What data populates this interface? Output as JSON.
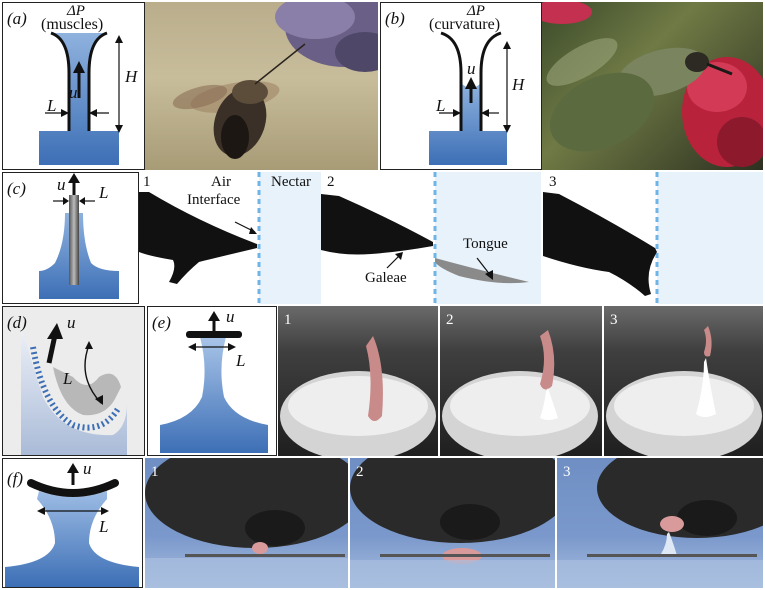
{
  "panels": {
    "a": {
      "tag": "(a)",
      "delta": "ΔP",
      "cause": "(muscles)",
      "u": "u",
      "H": "H",
      "L": "L"
    },
    "b": {
      "tag": "(b)",
      "delta": "ΔP",
      "cause": "(curvature)",
      "u": "u",
      "H": "H",
      "L": "L"
    },
    "c": {
      "tag": "(c)",
      "u": "u",
      "L": "L",
      "frames": [
        "1",
        "2",
        "3"
      ],
      "air": "Air",
      "interface": "Interface",
      "nectar": "Nectar",
      "tongue": "Tongue",
      "galeae": "Galeae"
    },
    "d": {
      "tag": "(d)",
      "u": "u",
      "L": "L"
    },
    "e": {
      "tag": "(e)",
      "u": "u",
      "L": "L",
      "frames": [
        "1",
        "2",
        "3"
      ]
    },
    "f": {
      "tag": "(f)",
      "u": "u",
      "L": "L",
      "frames": [
        "1",
        "2",
        "3"
      ]
    }
  },
  "colors": {
    "liquid": "#3d6fb6",
    "liquid_light": "#7fa6d6",
    "ink": "#111111",
    "nectar_bg": "#e8f2fa",
    "dash": "#6fb4e6"
  }
}
